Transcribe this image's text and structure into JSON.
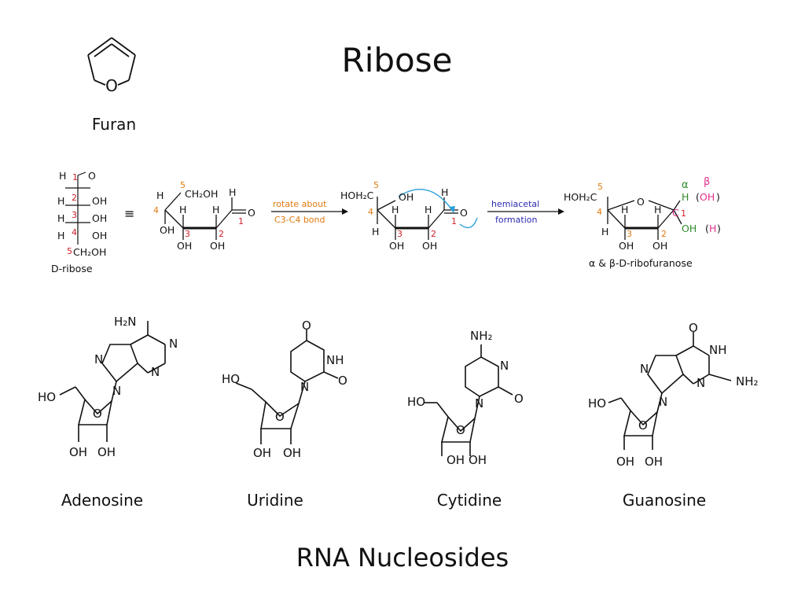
{
  "title": "Ribose",
  "furan": {
    "label": "Furan",
    "atom_o": "O"
  },
  "scheme": {
    "d_ribose_label": "D-ribose",
    "equivalence": "≡",
    "arrow1_line1": "rotate about",
    "arrow1_line2": "C3-C4 bond",
    "arrow2_line1": "hemiacetal",
    "arrow2_line2": "formation",
    "product_label": "α & β-D-ribofuranose",
    "alpha": "α",
    "beta": "β"
  },
  "nucleosides": {
    "heading": "RNA Nucleosides",
    "names": [
      "Adenosine",
      "Uridine",
      "Cytidine",
      "Guanosine"
    ]
  },
  "colors": {
    "red_numbers": "#d0202a",
    "orange_numbers": "#e07a10",
    "blue": "#2a2ab0",
    "green": "#2e8b2e",
    "pink": "#e0308a",
    "cyan": "#2aa0d8"
  }
}
